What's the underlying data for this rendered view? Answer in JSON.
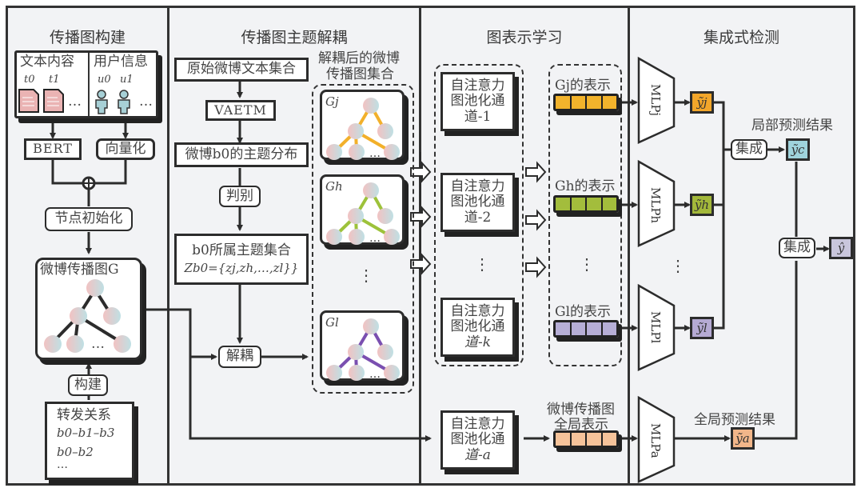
{
  "panels": {
    "construction": {
      "title": "传播图构建"
    },
    "decoupling": {
      "title": "传播图主题解耦"
    },
    "representation": {
      "title": "图表示学习"
    },
    "detection": {
      "title": "集成式检测"
    }
  },
  "construction": {
    "text_content_label": "文本内容",
    "user_info_label": "用户信息",
    "text_items": [
      "t0",
      "t1"
    ],
    "user_items": [
      "u0",
      "u1"
    ],
    "ellipsis": "…",
    "bert_label": "BERT",
    "vectorize_label": "向量化",
    "concat_symbol": "⊕",
    "node_init_label": "节点初始化",
    "graph_label": "微博传播图G",
    "build_label": "构建",
    "repost_title": "转发关系",
    "repost_lines": [
      "b0–b1–b3",
      "b0–b2",
      "…"
    ]
  },
  "decoupling": {
    "raw_text_label": "原始微博文本集合",
    "vaetm_label": "VAETM",
    "topic_dist_label": "微博b0的主题分布",
    "judge_label": "判别",
    "topic_set_label": "b0所属主题集合",
    "topic_set_formula": "Zb0={zj,zh,…,zl}}",
    "decouple_label": "解耦",
    "subgraph_set_title_line1": "解耦后的微博",
    "subgraph_set_title_line2": "传播图集合",
    "subgraphs": [
      {
        "label": "Gj",
        "edge_color": "#f2b02a"
      },
      {
        "label": "Gh",
        "edge_color": "#9dc23a"
      },
      {
        "label": "Gl",
        "edge_color": "#7a4fb0"
      }
    ],
    "vdots": "⋮"
  },
  "representation": {
    "channels": [
      {
        "line1": "自注意力",
        "line2": "图池化通",
        "line3": "道-1"
      },
      {
        "line1": "自注意力",
        "line2": "图池化通",
        "line3": "道-2"
      },
      {
        "line1": "自注意力",
        "line2": "图池化通",
        "line3": "道-k"
      }
    ],
    "global_channel": {
      "line1": "自注意力",
      "line2": "图池化通",
      "line3": "道-a"
    },
    "representations": [
      {
        "label": "Gj的表示",
        "color": "#f2b32c"
      },
      {
        "label": "Gh的表示",
        "color": "#a3bd3c"
      },
      {
        "label": "Gl的表示",
        "color": "#b6aed6"
      }
    ],
    "global_rep_line1": "微博传播图",
    "global_rep_line2": "全局表示",
    "global_rep_color": "#f6c39a",
    "vdots": "⋮"
  },
  "detection": {
    "mlps": [
      "MLPj",
      "MLPh",
      "MLPl",
      "MLPa"
    ],
    "outputs": [
      {
        "label": "ỹj",
        "color": "#f2a62a"
      },
      {
        "label": "ỹh",
        "color": "#a3b83a"
      },
      {
        "label": "ỹl",
        "color": "#b5aad3"
      }
    ],
    "local_result_label": "局部预测结果",
    "ensemble_label": "集成",
    "local_output": {
      "label": "ỹc",
      "color": "#9fd3dc"
    },
    "final_output": {
      "label": "ŷ",
      "color": "#c9c6dc"
    },
    "global_result_label": "全局预测结果",
    "global_output": {
      "label": "ỹa",
      "color": "#f2b68a"
    },
    "vdots": "⋮"
  }
}
